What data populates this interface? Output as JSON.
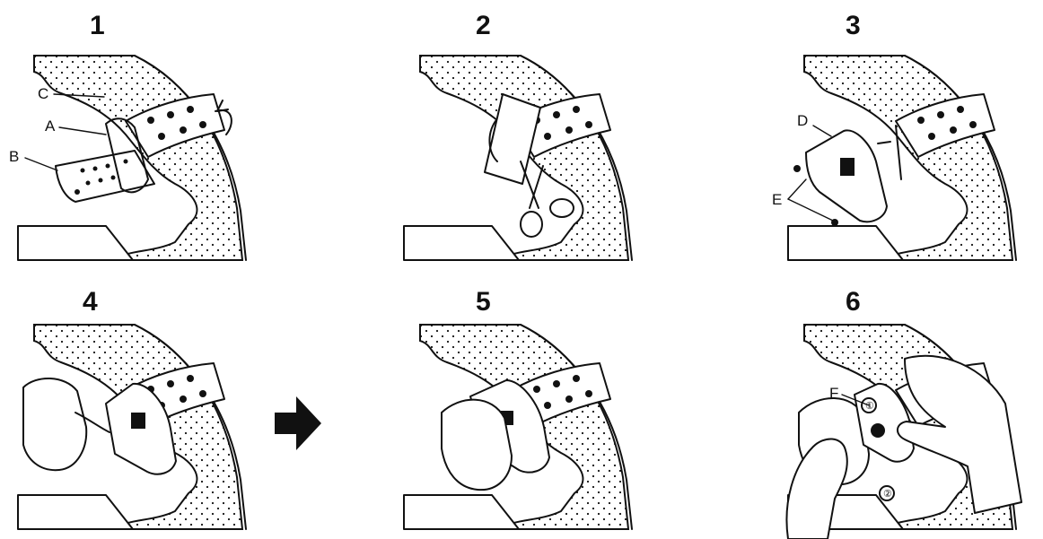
{
  "steps": [
    {
      "number": "1",
      "labels": [
        "C",
        "A",
        "B"
      ]
    },
    {
      "number": "2",
      "labels": []
    },
    {
      "number": "3",
      "labels": [
        "D",
        "E"
      ]
    },
    {
      "number": "4",
      "labels": []
    },
    {
      "number": "5",
      "labels": []
    },
    {
      "number": "6",
      "labels": [
        "F",
        "①",
        "②"
      ]
    }
  ],
  "icons": {
    "arrow": "right-arrow-icon",
    "scissors": "scissors-icon",
    "hand": "hand-icon"
  },
  "colors": {
    "ink": "#111111",
    "background": "#ffffff"
  }
}
